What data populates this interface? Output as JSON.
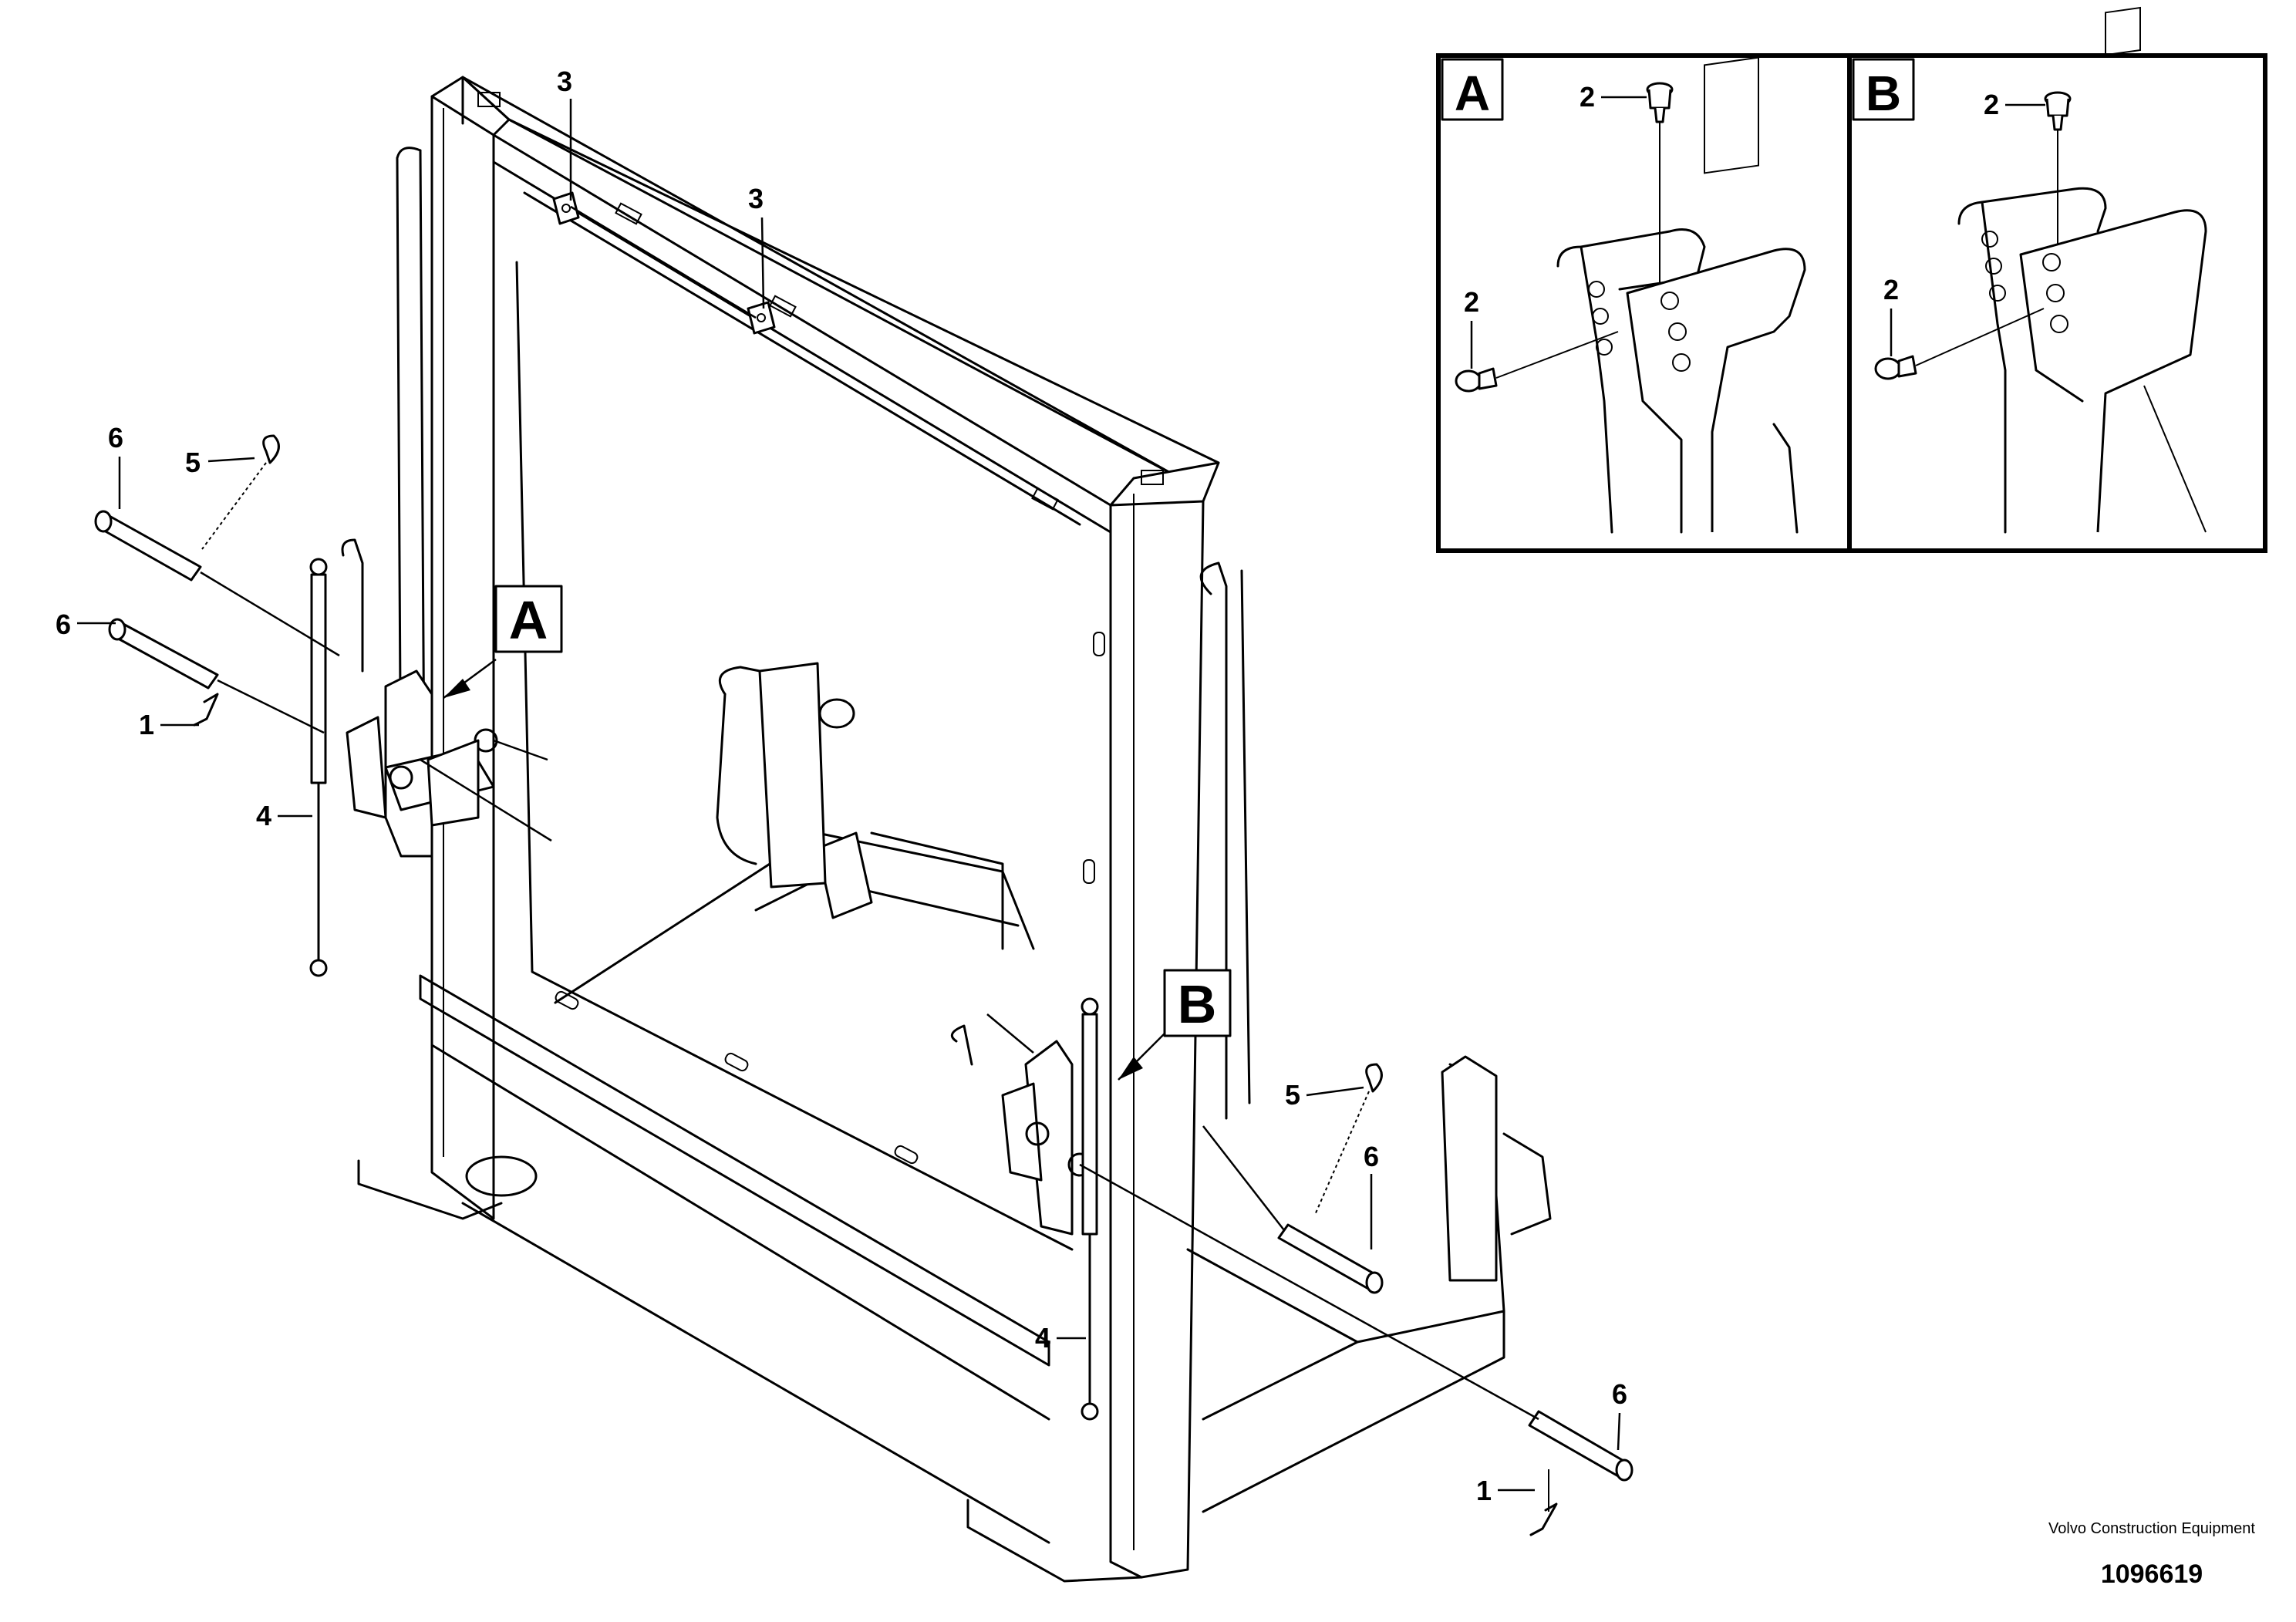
{
  "callouts": {
    "n1": "1",
    "n2": "2",
    "n3": "3",
    "n4": "4",
    "n5": "5",
    "n6": "6"
  },
  "detail_views": {
    "a": "A",
    "b": "B"
  },
  "footer": {
    "company": "Volvo Construction Equipment",
    "drawing_number": "1096619"
  }
}
